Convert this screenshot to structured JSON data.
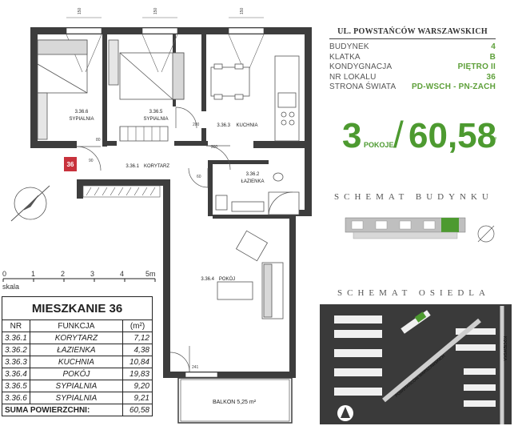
{
  "info": {
    "street": "UL. POWSTAŃCÓW WARSZAWSKICH",
    "rows": [
      {
        "label": "BUDYNEK",
        "value": "4"
      },
      {
        "label": "KLATKA",
        "value": "B"
      },
      {
        "label": "KONDYGNACJA",
        "value": "PIĘTRO II"
      },
      {
        "label": "NR LOKALU",
        "value": "36"
      },
      {
        "label": "STRONA ŚWIATA",
        "value": "PD-WSCH - PN-ZACH"
      }
    ],
    "rooms_count": "3",
    "rooms_word": "POKOJE",
    "slash": "/",
    "area": "60,58",
    "area_unit": "m²"
  },
  "schema": {
    "building": "SCHEMAT BUDYNKU",
    "estate": "SCHEMAT OSIEDLA",
    "street_label_1": "POWSTAŃCÓW WARSZAWSKICH",
    "street_label_2": "KOCIEWSKA"
  },
  "plan": {
    "unit_badge": "36",
    "rooms": {
      "r6": {
        "code": "3.36.6",
        "name": "SYPIALNIA"
      },
      "r5": {
        "code": "3.36.5",
        "name": "SYPIALNIA"
      },
      "r3": {
        "code": "3.36.3",
        "name": "KUCHNIA"
      },
      "r1": {
        "code": "3.36.1",
        "name": "KORYTARZ"
      },
      "r2": {
        "code": "3.36.2",
        "name": "ŁAZIENKA"
      },
      "r4": {
        "code": "3.36.4",
        "name": "POKÓJ"
      }
    },
    "balcony": "BALKON 5,25 m²",
    "window_dim": "150",
    "door_dims": {
      "d80": "80",
      "d200": "200",
      "d90": "90",
      "d241": "241",
      "d60": "60"
    },
    "scale": {
      "ticks": [
        "0",
        "1",
        "2",
        "3",
        "4",
        "5m"
      ],
      "word": "skala"
    }
  },
  "table": {
    "title": "MIESZKANIE 36",
    "headers": [
      "NR",
      "FUNKCJA",
      "(m²)"
    ],
    "rows": [
      {
        "nr": "3.36.1",
        "fn": "KORYTARZ",
        "area": "7,12"
      },
      {
        "nr": "3.36.2",
        "fn": "ŁAZIENKA",
        "area": "4,38"
      },
      {
        "nr": "3.36.3",
        "fn": "KUCHNIA",
        "area": "10,84"
      },
      {
        "nr": "3.36.4",
        "fn": "POKÓJ",
        "area": "19,83"
      },
      {
        "nr": "3.36.5",
        "fn": "SYPIALNIA",
        "area": "9,20"
      },
      {
        "nr": "3.36.6",
        "fn": "SYPIALNIA",
        "area": "9,21"
      }
    ],
    "sum_label": "SUMA POWIERZCHNI:",
    "sum_value": "60,58"
  },
  "colors": {
    "accent_green": "#4d9a30",
    "wall": "#3d3d3d",
    "badge": "#c8323c"
  }
}
